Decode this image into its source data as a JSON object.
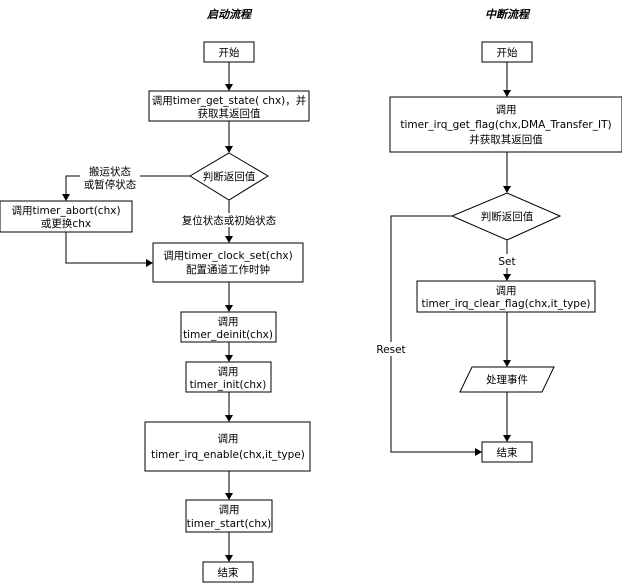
{
  "titles": {
    "startup": "启动流程",
    "interrupt": "中断流程"
  },
  "startup": {
    "start": "开始",
    "get_state": [
      "调用timer_get_state( chx)，并",
      "获取其返回值"
    ],
    "decision": "判断返回值",
    "abort": [
      "调用timer_abort(chx)",
      "或更换chx"
    ],
    "clock_set": [
      "调用timer_clock_set(chx)",
      "配置通道工作时钟"
    ],
    "deinit": [
      "调用",
      "timer_deinit(chx)"
    ],
    "init": [
      "调用",
      "timer_init(chx)"
    ],
    "irq_enable": [
      "调用",
      "timer_irq_enable(chx,it_type)"
    ],
    "start_call": [
      "调用",
      "timer_start(chx)"
    ],
    "end": "结束",
    "label_busy": [
      "搬运状态",
      "或暂停状态"
    ],
    "label_reset": "复位状态或初始状态"
  },
  "interrupt": {
    "start": "开始",
    "get_flag": [
      "调用",
      "timer_irq_get_flag(chx,DMA_Transfer_IT)",
      "并获取其返回值"
    ],
    "decision": "判断返回值",
    "clear_flag": [
      "调用",
      "timer_irq_clear_flag(chx,it_type)"
    ],
    "handle": "处理事件",
    "end": "结束",
    "label_set": "Set",
    "label_reset": "Reset"
  }
}
